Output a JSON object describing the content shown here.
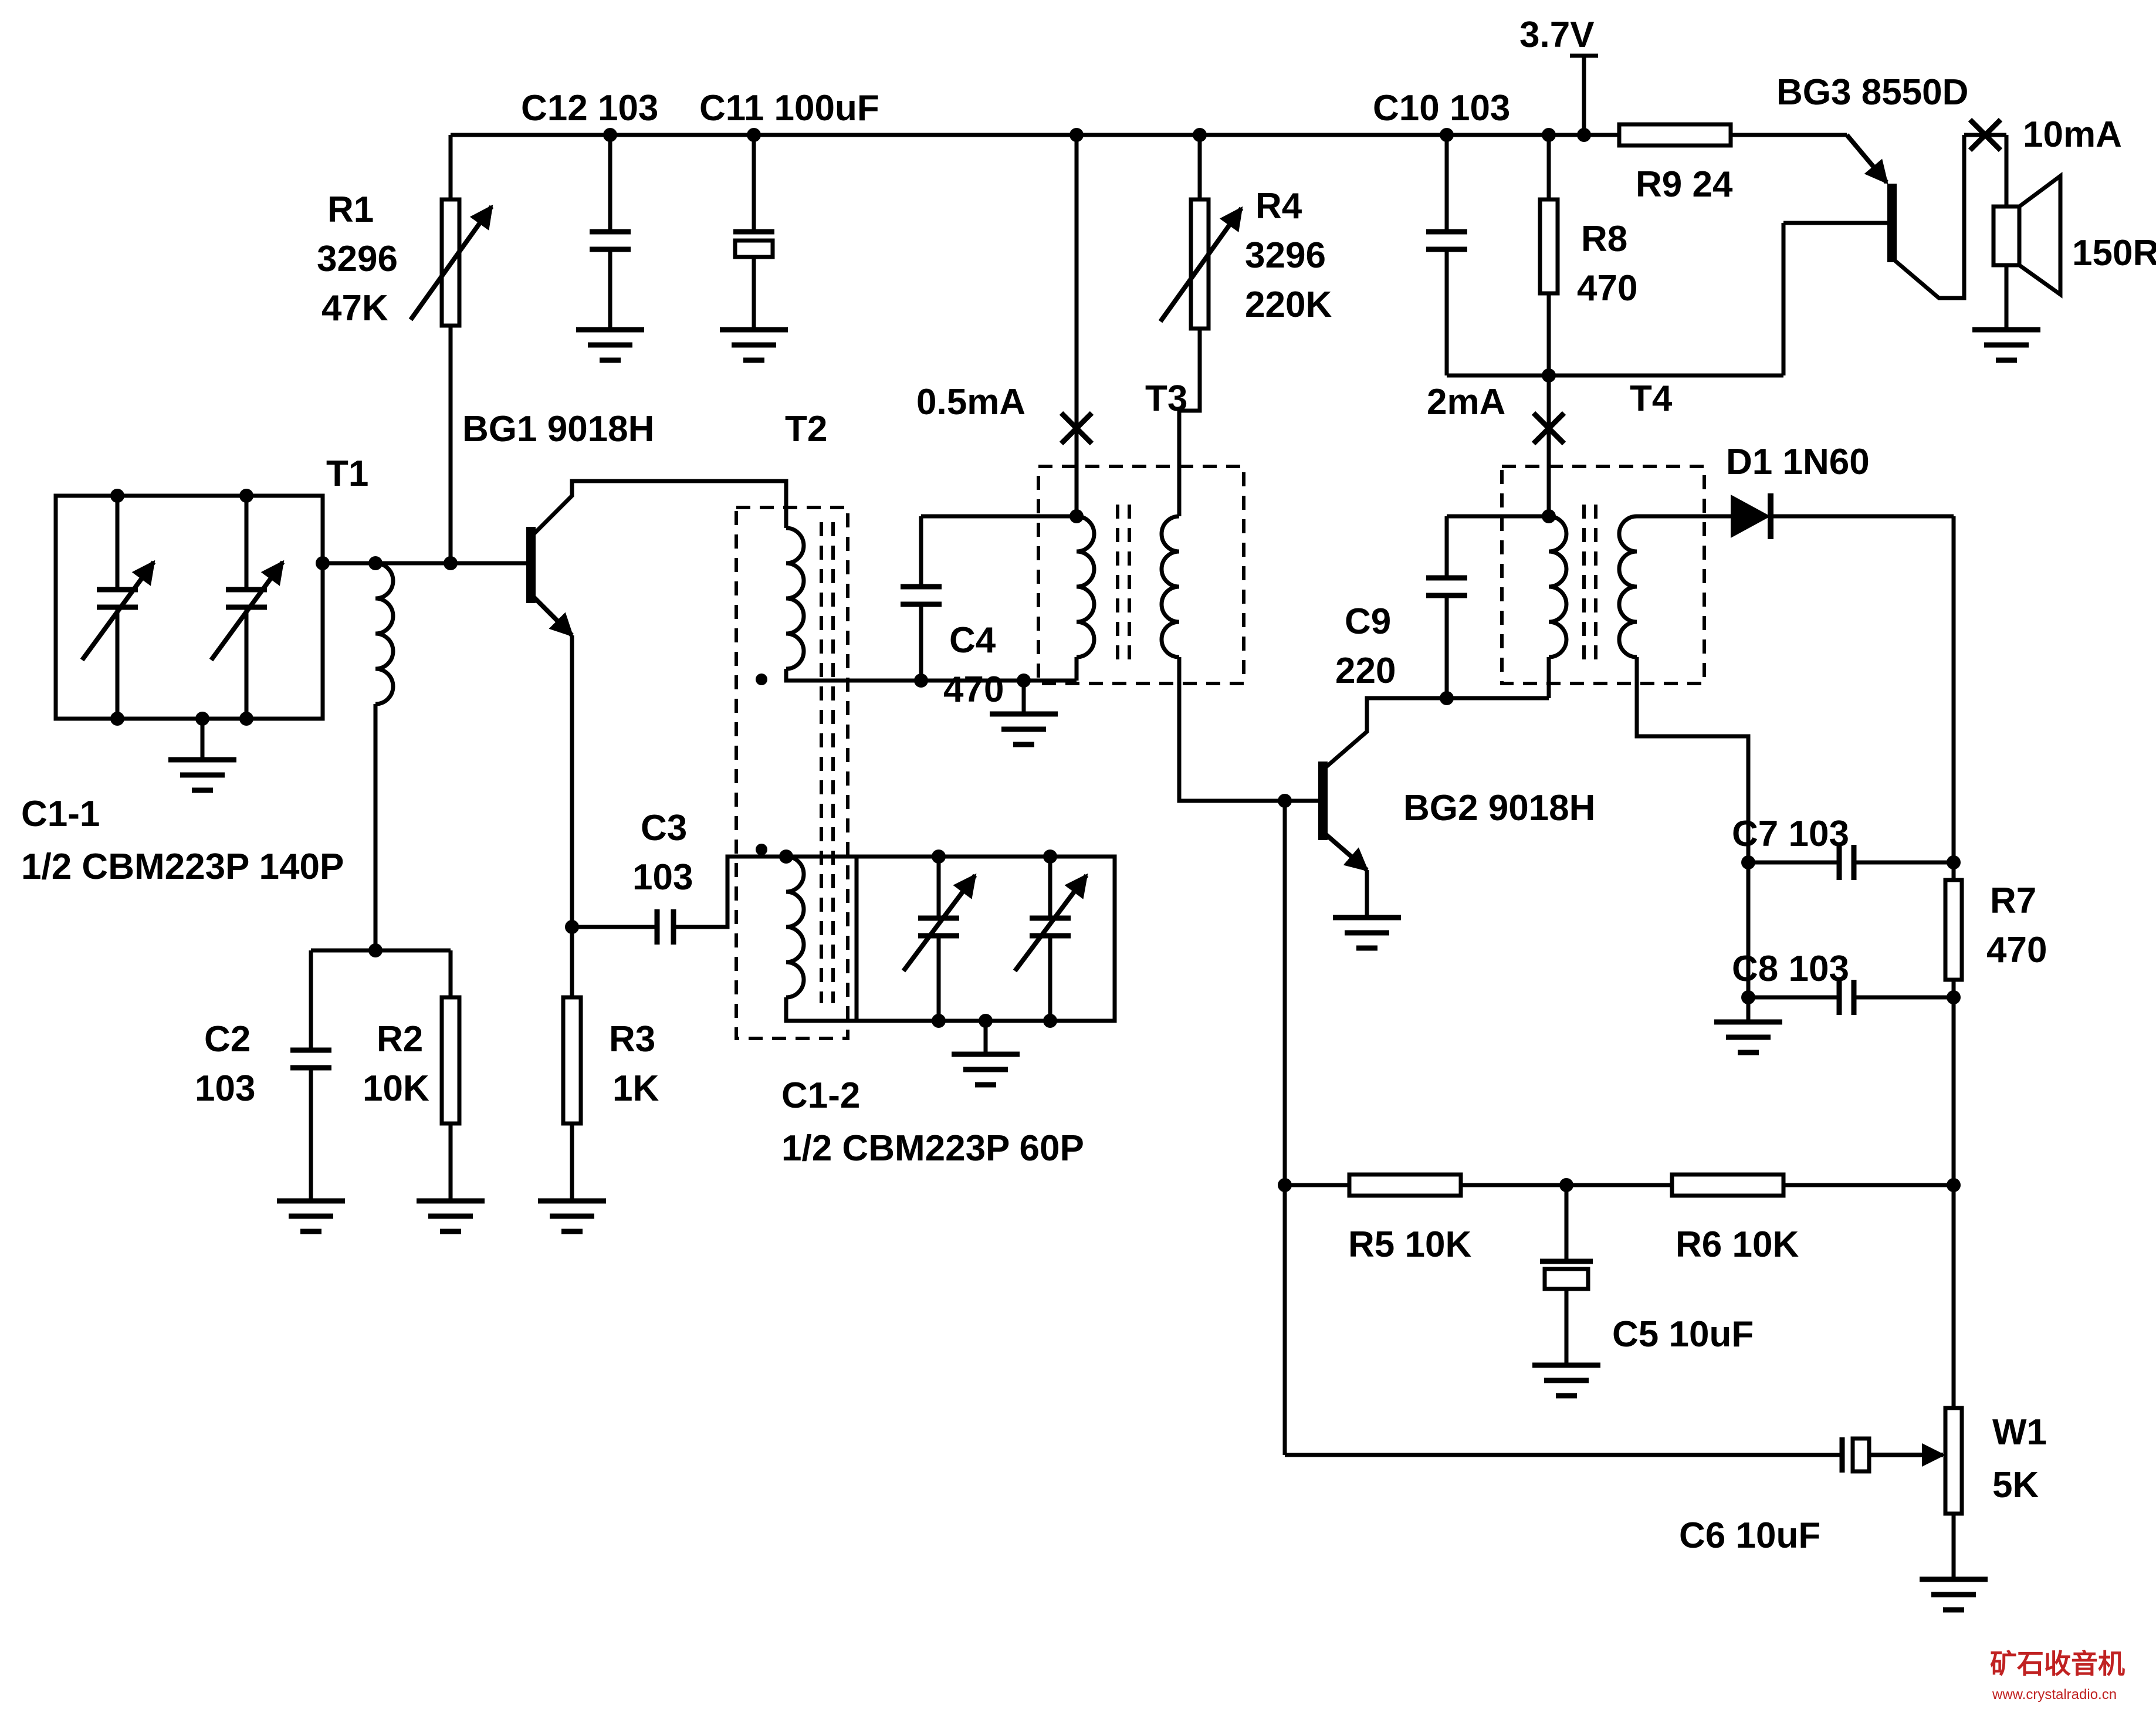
{
  "colors": {
    "wire": "#000000",
    "background": "#ffffff",
    "watermark": "#c02222"
  },
  "power": {
    "supply_voltage": "3.7V"
  },
  "test_points": {
    "converter_collector": "0.5mA",
    "if_collector": "2mA",
    "output_collector": "10mA"
  },
  "transistors": {
    "bg1": "BG1 9018H",
    "bg2": "BG2 9018H",
    "bg3": "BG3 8550D"
  },
  "diodes": {
    "d1": "D1 1N60"
  },
  "transformers": {
    "t1": "T1",
    "t2": "T2",
    "t3": "T3",
    "t4": "T4"
  },
  "resistors": {
    "r1": [
      "R1",
      "3296",
      "47K"
    ],
    "r2": [
      "R2",
      "10K"
    ],
    "r3": [
      "R3",
      "1K"
    ],
    "r4": [
      "R4",
      "3296",
      "220K"
    ],
    "r5": "R5 10K",
    "r6": "R6 10K",
    "r7": [
      "R7",
      "470"
    ],
    "r8": [
      "R8",
      "470"
    ],
    "r9": "R9 24",
    "w1": [
      "W1",
      "5K"
    ]
  },
  "capacitors": {
    "c1_1": [
      "C1-1",
      "1/2 CBM223P 140P"
    ],
    "c1_2": [
      "C1-2",
      "1/2 CBM223P 60P"
    ],
    "c2": [
      "C2",
      "103"
    ],
    "c3": [
      "C3",
      "103"
    ],
    "c4": [
      "C4",
      "470"
    ],
    "c5": "C5 10uF",
    "c6": "C6 10uF",
    "c7": "C7 103",
    "c8": "C8 103",
    "c9": [
      "C9",
      "220"
    ],
    "c10": "C10 103",
    "c11": "C11 100uF",
    "c12": "C12 103"
  },
  "speaker": {
    "impedance": "150R"
  },
  "watermark": {
    "site_name": "矿石收音机",
    "site_url": "www.crystalradio.cn"
  }
}
